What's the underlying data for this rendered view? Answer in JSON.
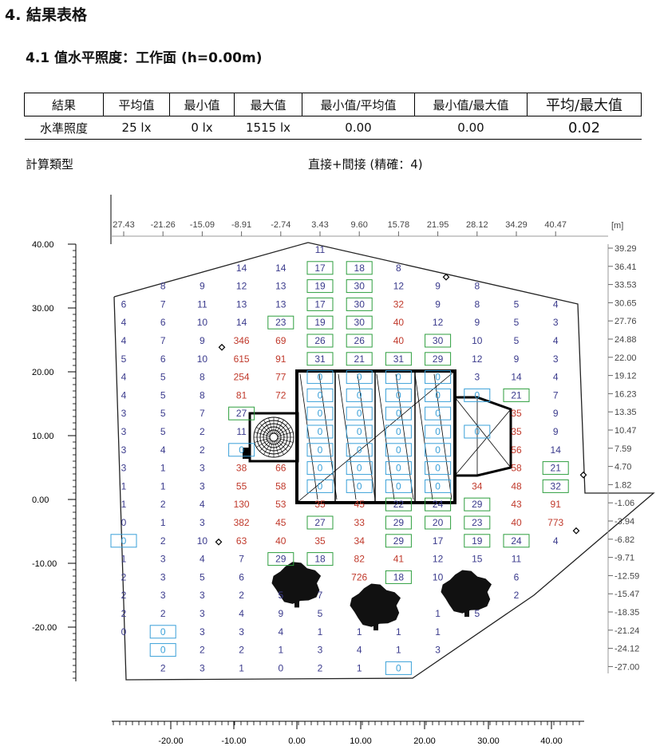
{
  "section": {
    "title": "4. 結果表格",
    "subtitle": "4.1 值水平照度：工作面 (h=0.00m)"
  },
  "results_table": {
    "headers": [
      "結果",
      "平均值",
      "最小值",
      "最大值",
      "最小值/平均值",
      "最小值/最大值",
      "平均/最大值"
    ],
    "row": [
      "水準照度",
      "25 lx",
      "0 lx",
      "1515 lx",
      "0.00",
      "0.00",
      "0.02"
    ]
  },
  "calc": {
    "label": "計算類型",
    "value": "直接+間接 (精確：4)"
  },
  "plot": {
    "x_ticks_top": [
      "27.43",
      "-21.26",
      "-15.09",
      "-8.91",
      "-2.74",
      "3.43",
      "9.60",
      "15.78",
      "21.95",
      "28.12",
      "34.29",
      "40.47"
    ],
    "unit_label": "[m]",
    "y_ticks_right": [
      "39.29",
      "36.41",
      "33.53",
      "30.65",
      "27.76",
      "24.88",
      "22.00",
      "19.12",
      "16.23",
      "13.35",
      "10.47",
      "7.59",
      "4.70",
      "1.82",
      "-1.06",
      "-3.94",
      "-6.82",
      "-9.71",
      "-12.59",
      "-15.47",
      "-18.35",
      "-21.24",
      "-24.12",
      "-27.00"
    ],
    "y_ticks_left": [
      "40.00",
      "30.00",
      "20.00",
      "10.00",
      "0.00",
      "-10.00",
      "-20.00"
    ],
    "x_ticks_bottom": [
      "-20.00",
      "-10.00",
      "0.00",
      "10.00",
      "20.00",
      "30.00",
      "40.00"
    ],
    "colors": {
      "normal": "#3a3a8c",
      "high": "#c0392b",
      "green": "#2e9e3e",
      "blue": "#3aa0d8"
    },
    "grid_values": [
      [
        "",
        "",
        "",
        "",
        "",
        "11",
        "",
        "",
        "",
        "",
        "",
        ""
      ],
      [
        "",
        "",
        "",
        "14",
        "14",
        "[g]17",
        "[g]18",
        "8",
        "",
        "",
        "",
        ""
      ],
      [
        "",
        "8",
        "9",
        "12",
        "13",
        "[g]19",
        "[g]30",
        "12",
        "9",
        "8",
        "",
        ""
      ],
      [
        "6",
        "7",
        "11",
        "13",
        "13",
        "[g]17",
        "[g]30",
        "!32",
        "9",
        "8",
        "5",
        "4"
      ],
      [
        "4",
        "6",
        "10",
        "14",
        "[g]23",
        "[g]19",
        "[g]30",
        "!40",
        "12",
        "9",
        "5",
        "3"
      ],
      [
        "4",
        "7",
        "9",
        "!346",
        "!69",
        "[g]26",
        "[g]26",
        "!40",
        "[g]30",
        "10",
        "5",
        "4"
      ],
      [
        "5",
        "6",
        "10",
        "!615",
        "!91",
        "[g]31",
        "[g]21",
        "[g]31",
        "[g]29",
        "12",
        "9",
        "3"
      ],
      [
        "4",
        "5",
        "8",
        "!254",
        "!77",
        "[b]0",
        "[b]0",
        "[b]0",
        "[b]0",
        "3",
        "14",
        "4"
      ],
      [
        "4",
        "5",
        "8",
        "!81",
        "!72",
        "[b]0",
        "[b]0",
        "[b]0",
        "[b]0",
        "[b]0",
        "[g]21",
        "7"
      ],
      [
        "3",
        "5",
        "7",
        "[g]27",
        "",
        "[b]0",
        "[b]0",
        "[b]0",
        "[b]0",
        "",
        "!35",
        "9"
      ],
      [
        "3",
        "5",
        "2",
        "11",
        "",
        "[b]0",
        "[b]0",
        "[b]0",
        "[b]0",
        "[b]0",
        "!35",
        "9"
      ],
      [
        "3",
        "4",
        "2",
        "[b]0",
        "",
        "[b]0",
        "[b]0",
        "[b]0",
        "[b]0",
        "",
        "!56",
        "14"
      ],
      [
        "3",
        "1",
        "3",
        "!38",
        "!66",
        "[b]0",
        "[b]0",
        "[b]0",
        "[b]0",
        "",
        "!58",
        "[g]21"
      ],
      [
        "1",
        "1",
        "3",
        "!55",
        "!58",
        "[b]0",
        "[b]0",
        "[b]0",
        "[b]0",
        "!34",
        "!48",
        "[g]32"
      ],
      [
        "1",
        "2",
        "4",
        "!130",
        "!53",
        "!35",
        "!45",
        "[g]22",
        "[g]24",
        "[g]29",
        "!43",
        "!91"
      ],
      [
        "0",
        "1",
        "3",
        "!382",
        "!45",
        "[g]27",
        "!33",
        "[g]29",
        "[g]20",
        "[g]23",
        "!40",
        "!773"
      ],
      [
        "[b]0",
        "2",
        "10",
        "!63",
        "!40",
        "!35",
        "!34",
        "[g]29",
        "17",
        "[g]19",
        "[g]24",
        "4"
      ],
      [
        "1",
        "3",
        "4",
        "7",
        "[g]29",
        "[g]18",
        "!82",
        "!41",
        "12",
        "15",
        "11",
        ""
      ],
      [
        "2",
        "3",
        "5",
        "6",
        "",
        "",
        "!726",
        "[g]18",
        "10",
        "",
        "6",
        ""
      ],
      [
        "2",
        "3",
        "3",
        "2",
        "5",
        "7",
        "",
        "",
        "",
        "",
        "2",
        ""
      ],
      [
        "2",
        "2",
        "3",
        "4",
        "9",
        "5",
        "",
        "",
        "1",
        "5",
        "",
        ""
      ],
      [
        "0",
        "[b]0",
        "3",
        "3",
        "4",
        "1",
        "1",
        "1",
        "1",
        "",
        "",
        ""
      ],
      [
        "",
        "[b]0",
        "2",
        "2",
        "1",
        "3",
        "4",
        "1",
        "3",
        "",
        "",
        ""
      ],
      [
        "",
        "2",
        "3",
        "1",
        "0",
        "2",
        "1",
        "[b]0",
        "",
        "",
        "",
        ""
      ]
    ]
  }
}
